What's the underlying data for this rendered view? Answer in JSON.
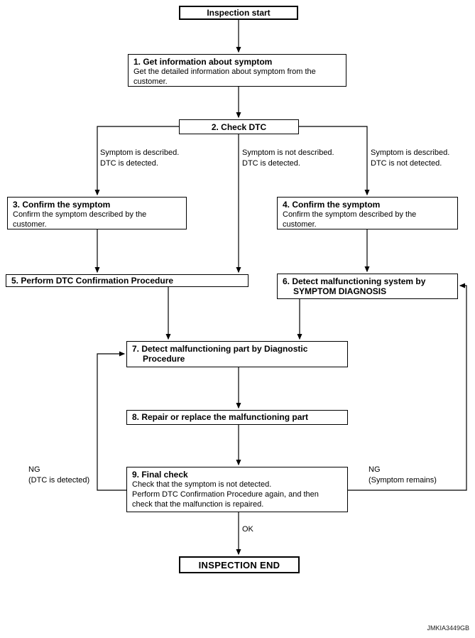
{
  "nodes": {
    "start": {
      "label": "Inspection start"
    },
    "step1": {
      "title": "1. Get information about symptom",
      "body": [
        "Get the detailed information about symptom from the",
        "customer."
      ]
    },
    "step2": {
      "title": "2. Check DTC"
    },
    "step3": {
      "title": "3. Confirm the symptom",
      "body": [
        "Confirm the symptom described by the",
        "customer."
      ]
    },
    "step4": {
      "title": "4. Confirm the symptom",
      "body": [
        "Confirm the symptom described by the",
        "customer."
      ]
    },
    "step5": {
      "title": "5. Perform DTC Confirmation Procedure"
    },
    "step6": {
      "title_line1": "6. Detect malfunctioning system by",
      "title_line2": "SYMPTOM DIAGNOSIS"
    },
    "step7": {
      "title_line1": "7. Detect malfunctioning part by Diagnostic",
      "title_line2": "Procedure"
    },
    "step8": {
      "title": "8. Repair or replace the malfunctioning part"
    },
    "step9": {
      "title": "9. Final check",
      "body": [
        "Check that the symptom is not detected.",
        "Perform DTC Confirmation Procedure again, and then",
        "check that the malfunction is repaired."
      ]
    },
    "end": {
      "label": "INSPECTION END"
    }
  },
  "edge_labels": {
    "branch_left": [
      "Symptom is described.",
      "DTC is detected."
    ],
    "branch_middle": [
      "Symptom is not described.",
      "DTC is detected."
    ],
    "branch_right": [
      "Symptom is described.",
      "DTC is not detected."
    ],
    "ng_left": [
      "NG",
      "(DTC is detected)"
    ],
    "ng_right": [
      "NG",
      "(Symptom remains)"
    ],
    "ok": "OK"
  },
  "footer": {
    "figure_code": "JMKIA3449GB"
  },
  "colors": {
    "line": "#000000",
    "background": "#ffffff",
    "text": "#000000"
  }
}
